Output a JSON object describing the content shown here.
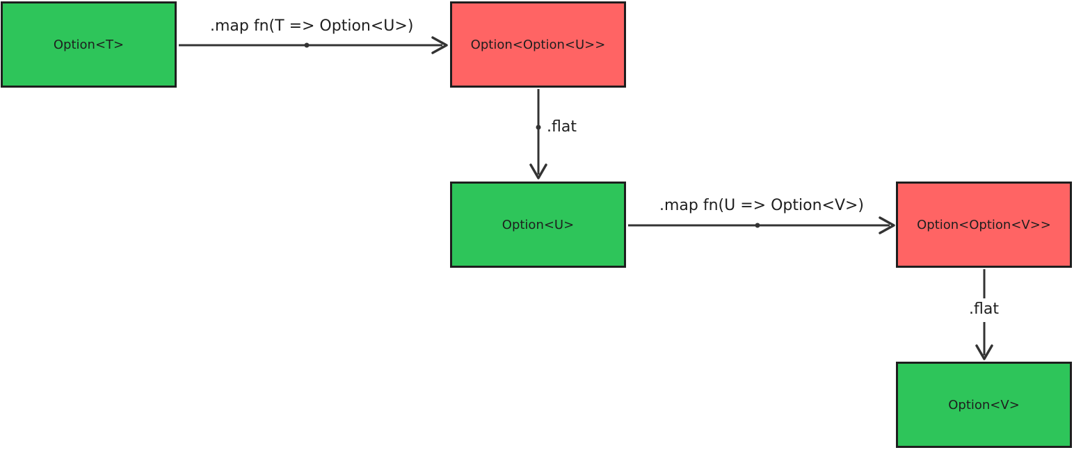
{
  "colors": {
    "success_fill": "#2ec55a",
    "wrapped_fill": "#ff6464",
    "stroke": "#1e1e1e",
    "arrow": "#333333"
  },
  "nodes": {
    "option_t": {
      "label": "Option<T>",
      "fill": "#2ec55a"
    },
    "option_option_u": {
      "label": "Option<Option<U>>",
      "fill": "#ff6464"
    },
    "option_u": {
      "label": "Option<U>",
      "fill": "#2ec55a"
    },
    "option_option_v": {
      "label": "Option<Option<V>>",
      "fill": "#ff6464"
    },
    "option_v": {
      "label": "Option<V>",
      "fill": "#2ec55a"
    }
  },
  "edges": {
    "map_t_to_u": {
      "label": ".map fn(T => Option<U>)",
      "from": "option_t",
      "to": "option_option_u"
    },
    "flat_u": {
      "label": ".flat",
      "from": "option_option_u",
      "to": "option_u"
    },
    "map_u_to_v": {
      "label": ".map fn(U => Option<V>)",
      "from": "option_u",
      "to": "option_option_v"
    },
    "flat_v": {
      "label": ".flat",
      "from": "option_option_v",
      "to": "option_v"
    }
  }
}
